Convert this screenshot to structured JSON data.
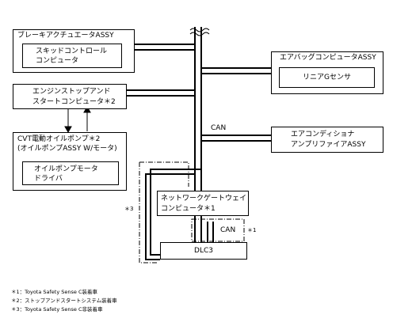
{
  "nodes": {
    "brake_actuator": {
      "title": "ブレーキアクチュエータASSY",
      "inner_line1": "スキッドコントロール",
      "inner_line2": "コンピュータ"
    },
    "airbag": {
      "title": "エアバッグコンピュータASSY",
      "inner": "リニアGセンサ"
    },
    "engine_stop_start": {
      "line1": "エンジンストップアンド",
      "line2": "スタートコンピュータ＊2"
    },
    "cvt_pump": {
      "line1": "CVT電動オイルポンプ＊2",
      "line2": "(オイルポンプASSY W/モータ)",
      "inner_line1": "オイルポンプモータ",
      "inner_line2": "ドライバ"
    },
    "aircon": {
      "line1": "エアコンディショナ",
      "line2": "アンプリファイアASSY"
    },
    "network_gateway": {
      "line1": "ネットワークゲートウェイ",
      "line2": "コンピュータ＊1"
    },
    "dlc3": {
      "label": "DLC3"
    }
  },
  "bus_labels": {
    "can_main": "CAN",
    "can_sub": "CAN"
  },
  "markers": {
    "star3": "＊3",
    "star1": "＊1"
  },
  "footnotes": [
    "＊1：Toyota Safety Sense C装着車",
    "＊2：ストップアンドスタートシステム装着車",
    "＊3：Toyota Safety Sense C非装着車"
  ]
}
